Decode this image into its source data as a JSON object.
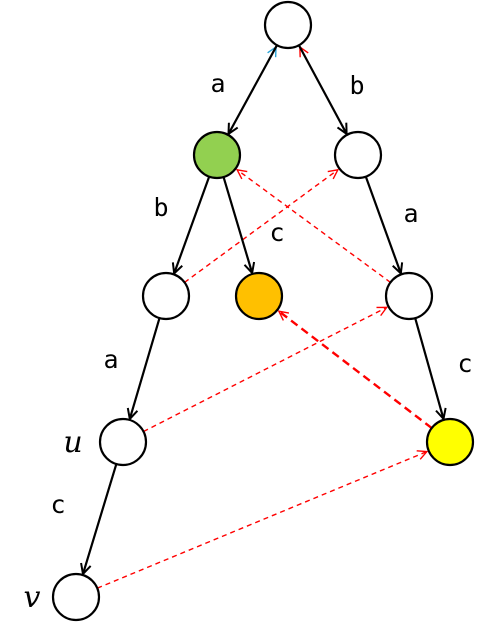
{
  "nodes": [
    {
      "id": "root",
      "label": "",
      "fill": "#ffffff"
    },
    {
      "id": "a",
      "label": "",
      "fill": "#92d050"
    },
    {
      "id": "b",
      "label": "",
      "fill": "#ffffff"
    },
    {
      "id": "ab",
      "label": "",
      "fill": "#ffffff"
    },
    {
      "id": "ac",
      "label": "",
      "fill": "#ffc000"
    },
    {
      "id": "ba",
      "label": "",
      "fill": "#ffffff"
    },
    {
      "id": "aba",
      "label": "u",
      "fill": "#ffffff"
    },
    {
      "id": "bac",
      "label": "",
      "fill": "#ffff00"
    },
    {
      "id": "abac",
      "label": "v",
      "fill": "#ffffff"
    }
  ],
  "edges": [
    {
      "from": "root",
      "to": "a",
      "label": "a"
    },
    {
      "from": "root",
      "to": "b",
      "label": "b"
    },
    {
      "from": "a",
      "to": "ab",
      "label": "b"
    },
    {
      "from": "a",
      "to": "ac",
      "label": "c"
    },
    {
      "from": "b",
      "to": "ba",
      "label": "a"
    },
    {
      "from": "ab",
      "to": "aba",
      "label": "a"
    },
    {
      "from": "ba",
      "to": "bac",
      "label": "c"
    },
    {
      "from": "aba",
      "to": "abac",
      "label": "c"
    }
  ],
  "links": [
    {
      "from": "a",
      "to": "root",
      "color": "#29a3d6",
      "style": "dashed"
    },
    {
      "from": "b",
      "to": "root",
      "color": "#ff0000",
      "style": "dashed"
    },
    {
      "from": "ab",
      "to": "b",
      "color": "#ff0000",
      "style": "dashed"
    },
    {
      "from": "ba",
      "to": "a",
      "color": "#ff0000",
      "style": "dashed"
    },
    {
      "from": "aba",
      "to": "ba",
      "color": "#ff0000",
      "style": "dashed"
    },
    {
      "from": "bac",
      "to": "ac",
      "color": "#ff0000",
      "style": "dashed-bold"
    },
    {
      "from": "abac",
      "to": "bac",
      "color": "#ff0000",
      "style": "dashed"
    }
  ]
}
